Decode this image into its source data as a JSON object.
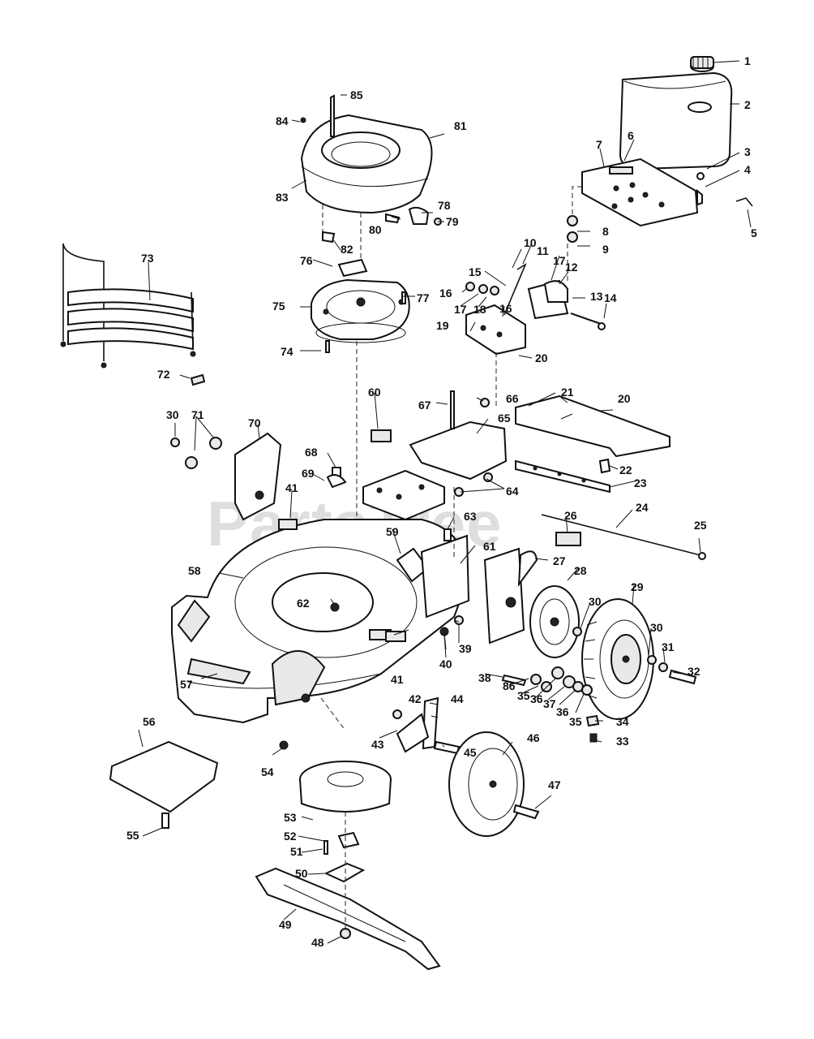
{
  "watermark": "PartsTree",
  "callouts": [
    {
      "n": "1"
    },
    {
      "n": "2"
    },
    {
      "n": "3"
    },
    {
      "n": "4"
    },
    {
      "n": "5"
    },
    {
      "n": "6"
    },
    {
      "n": "7"
    },
    {
      "n": "8"
    },
    {
      "n": "9"
    },
    {
      "n": "10"
    },
    {
      "n": "11"
    },
    {
      "n": "12"
    },
    {
      "n": "13"
    },
    {
      "n": "14"
    },
    {
      "n": "15"
    },
    {
      "n": "16"
    },
    {
      "n": "16"
    },
    {
      "n": "17"
    },
    {
      "n": "17"
    },
    {
      "n": "18"
    },
    {
      "n": "19"
    },
    {
      "n": "20"
    },
    {
      "n": "20"
    },
    {
      "n": "21"
    },
    {
      "n": "22"
    },
    {
      "n": "23"
    },
    {
      "n": "24"
    },
    {
      "n": "25"
    },
    {
      "n": "26"
    },
    {
      "n": "27"
    },
    {
      "n": "28"
    },
    {
      "n": "29"
    },
    {
      "n": "30"
    },
    {
      "n": "30"
    },
    {
      "n": "30"
    },
    {
      "n": "31"
    },
    {
      "n": "32"
    },
    {
      "n": "33"
    },
    {
      "n": "34"
    },
    {
      "n": "35"
    },
    {
      "n": "35"
    },
    {
      "n": "36"
    },
    {
      "n": "36"
    },
    {
      "n": "37"
    },
    {
      "n": "38"
    },
    {
      "n": "39"
    },
    {
      "n": "40"
    },
    {
      "n": "41"
    },
    {
      "n": "41"
    },
    {
      "n": "42"
    },
    {
      "n": "43"
    },
    {
      "n": "44"
    },
    {
      "n": "45"
    },
    {
      "n": "46"
    },
    {
      "n": "47"
    },
    {
      "n": "48"
    },
    {
      "n": "49"
    },
    {
      "n": "50"
    },
    {
      "n": "51"
    },
    {
      "n": "52"
    },
    {
      "n": "53"
    },
    {
      "n": "54"
    },
    {
      "n": "55"
    },
    {
      "n": "56"
    },
    {
      "n": "57"
    },
    {
      "n": "58"
    },
    {
      "n": "59"
    },
    {
      "n": "60"
    },
    {
      "n": "61"
    },
    {
      "n": "62"
    },
    {
      "n": "63"
    },
    {
      "n": "64"
    },
    {
      "n": "65"
    },
    {
      "n": "66"
    },
    {
      "n": "67"
    },
    {
      "n": "68"
    },
    {
      "n": "69"
    },
    {
      "n": "70"
    },
    {
      "n": "71"
    },
    {
      "n": "72"
    },
    {
      "n": "73"
    },
    {
      "n": "74"
    },
    {
      "n": "75"
    },
    {
      "n": "76"
    },
    {
      "n": "77"
    },
    {
      "n": "78"
    },
    {
      "n": "79"
    },
    {
      "n": "80"
    },
    {
      "n": "81"
    },
    {
      "n": "82"
    },
    {
      "n": "83"
    },
    {
      "n": "84"
    },
    {
      "n": "85"
    },
    {
      "n": "86"
    }
  ]
}
